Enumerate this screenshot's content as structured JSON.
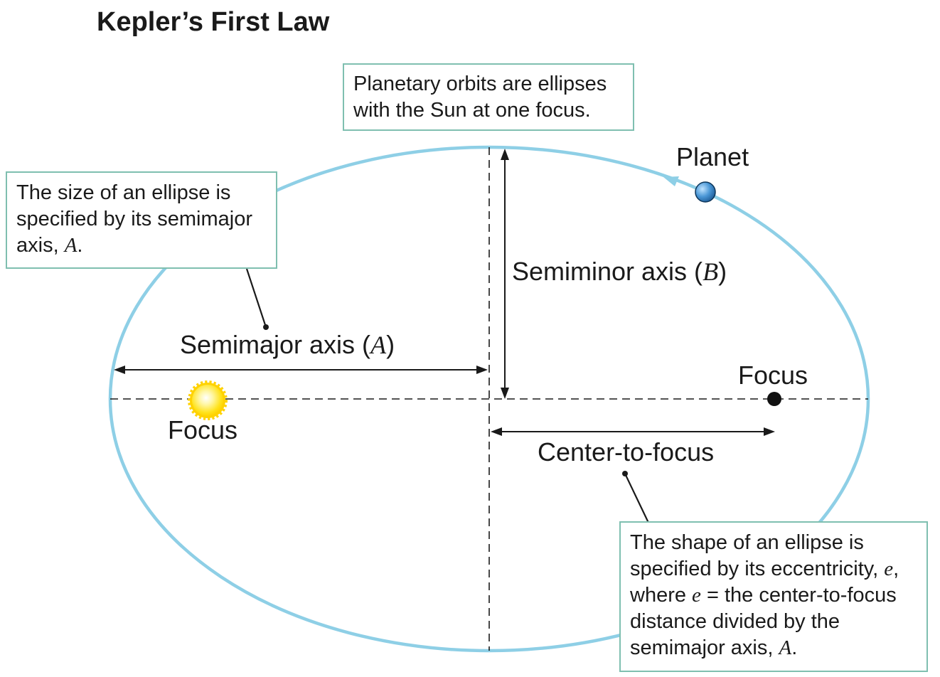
{
  "title": "Kepler’s First Law",
  "callouts": {
    "orbit_rule": {
      "line1": "Planetary orbits are ellipses",
      "line2": "with the Sun at one focus."
    },
    "size_rule": {
      "line1": "The size of an ellipse is",
      "line2": "specified by its semimajor",
      "line3_prefix": "axis, ",
      "line3_symbol": "A",
      "line3_suffix": "."
    },
    "shape_rule": {
      "line1": "The shape of an ellipse is",
      "line2_prefix": "specified by its eccentricity, ",
      "line2_symbol": "e",
      "line2_suffix": ",",
      "line3_prefix": "where ",
      "line3_symbol": "e",
      "line3_equals": " = ",
      "line3_suffix": "the center-to-focus",
      "line4": "distance divided by the",
      "line5_prefix": "semimajor axis, ",
      "line5_symbol": "A",
      "line5_suffix": "."
    }
  },
  "labels": {
    "planet": "Planet",
    "semiminor": {
      "text": "Semiminor axis (",
      "symbol": "B",
      "close": ")"
    },
    "semimajor": {
      "text": "Semimajor axis (",
      "symbol": "A",
      "close": ")"
    },
    "focus_right": "Focus",
    "focus_left": "Focus",
    "center_to_focus": "Center-to-focus"
  },
  "colors": {
    "orbit": "#8ecfe6",
    "box_border": "#7fbfb0",
    "sun": "#ffe21a",
    "planet": "#2e7fc4",
    "text": "#1a1a1a"
  }
}
